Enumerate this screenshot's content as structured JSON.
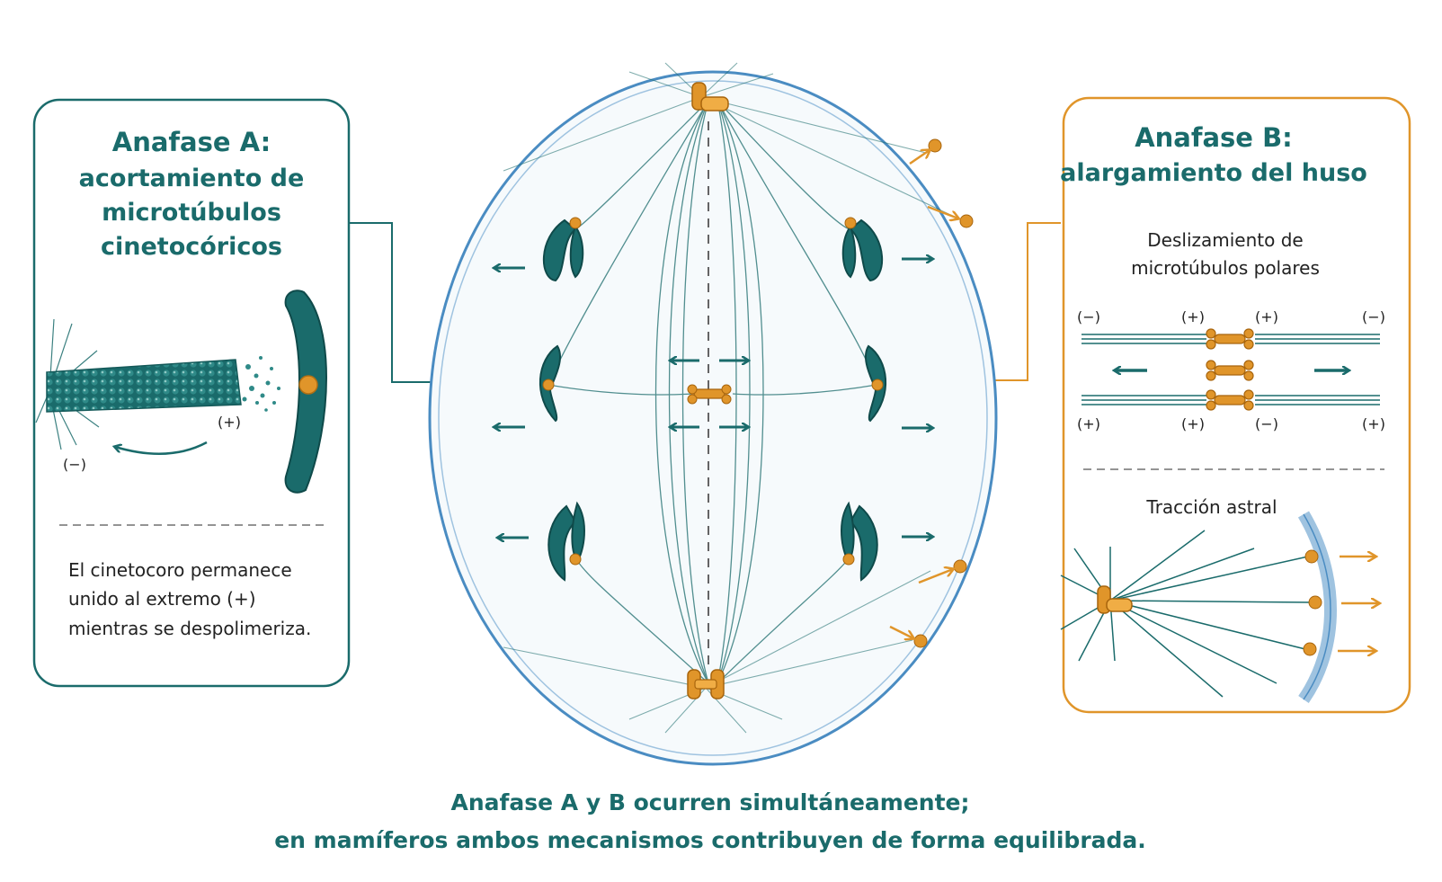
{
  "colors": {
    "teal": "#1a6b6b",
    "teal_dark": "#145959",
    "orange": "#e0952a",
    "blue": "#4a8cc2",
    "text": "#222222"
  },
  "left_panel": {
    "title_line1": "Anafase A:",
    "title_line2": "acortamiento de",
    "title_line3": "microtúbulos",
    "title_line4": "cinetocóricos",
    "minus_label": "(−)",
    "plus_label": "(+)",
    "caption_line1": "El cinetocoro permanece",
    "caption_line2": "unido al extremo (+)",
    "caption_line3": "mientras se despolimeriza."
  },
  "right_panel": {
    "title_line1": "Anafase B:",
    "title_line2": "alargamiento del huso",
    "sliding_line1": "Deslizamiento de",
    "sliding_line2": "microtúbulos polares",
    "top_labels": [
      "(−)",
      "(+)",
      "(+)",
      "(−)"
    ],
    "bottom_labels": [
      "(+)",
      "(+)",
      "(−)",
      "(+)"
    ],
    "astral_label": "Tracción astral"
  },
  "footer": {
    "line1": "Anafase A y B ocurren simultáneamente;",
    "line2": "en mamíferos ambos mecanismos contribuyen de forma equilibrada."
  }
}
